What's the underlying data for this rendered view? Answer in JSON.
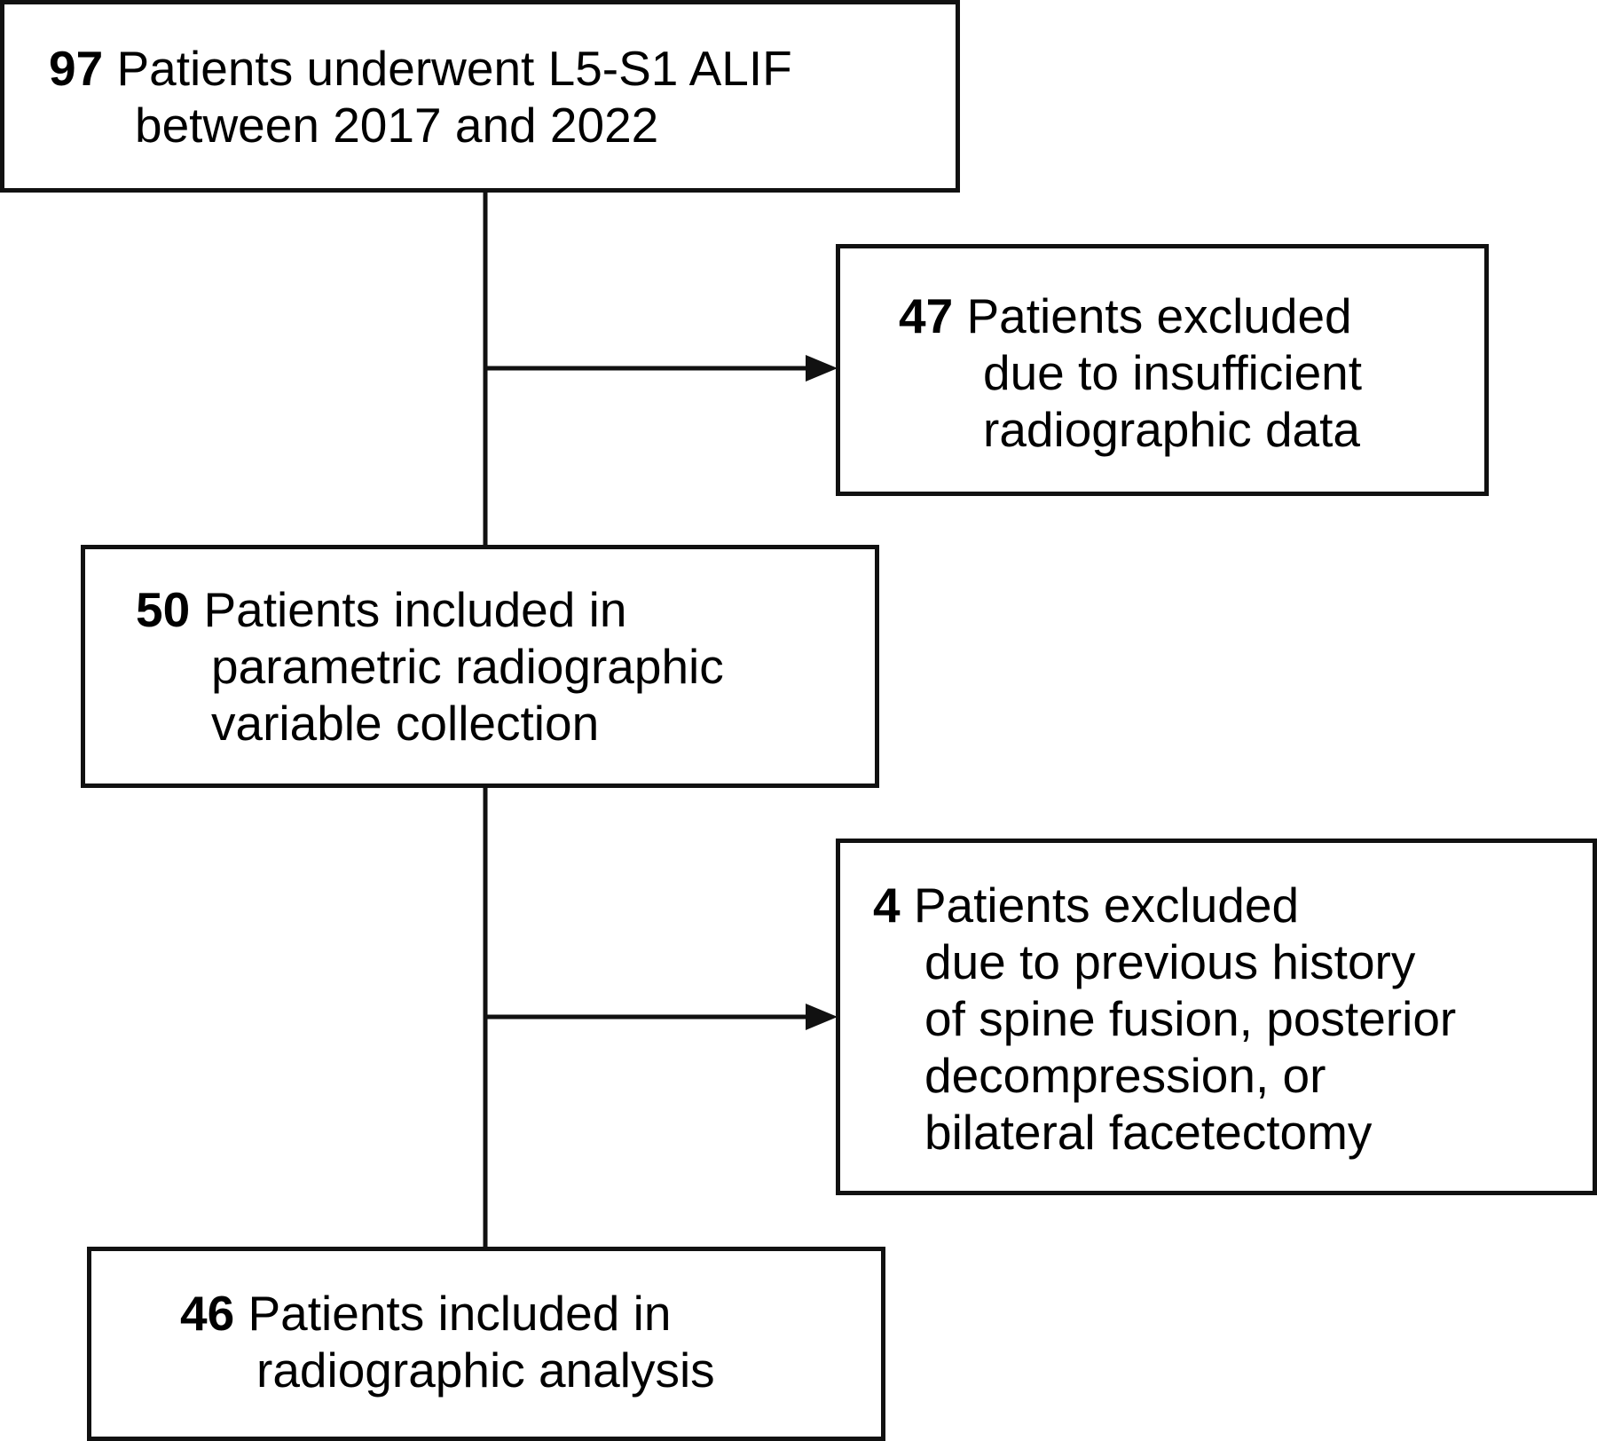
{
  "boxes": {
    "enrolled": {
      "count": "97",
      "first_line": " Patients underwent L5-S1 ALIF",
      "line2": "between 2017 and 2022"
    },
    "excluded_1": {
      "count": "47",
      "first_line": " Patients excluded",
      "line2": "due to insufficient",
      "line3": "radiographic data"
    },
    "included_1": {
      "count": "50",
      "first_line": " Patients included in",
      "line2": "parametric radiographic",
      "line3": "variable collection"
    },
    "excluded_2": {
      "count": "4",
      "first_line": " Patients excluded",
      "line2": "due to previous history",
      "line3": "of spine fusion, posterior",
      "line4": "decompression, or",
      "line5": "bilateral facetectomy"
    },
    "final": {
      "count": "46",
      "first_line": " Patients included in",
      "line2": "radiographic analysis"
    }
  },
  "colors": {
    "stroke": "#111111",
    "background": "#ffffff"
  }
}
